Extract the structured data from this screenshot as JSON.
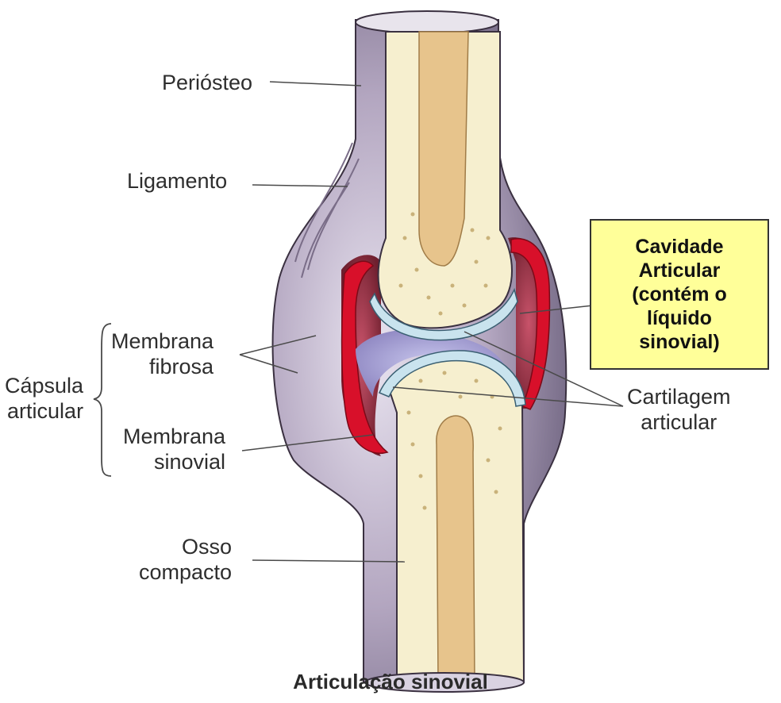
{
  "labels": {
    "periosteo": "Periósteo",
    "ligamento": "Ligamento",
    "membrana_fibrosa": "Membrana\nfibrosa",
    "capsula_articular": "Cápsula\narticular",
    "membrana_sinovial": "Membrana\nsinovial",
    "osso_compacto": "Osso\ncompacto",
    "cartilagem_articular": "Cartilagem\narticular"
  },
  "callout": "Cavidade\nArticular\n(contém o\nlíquido\nsinovial)",
  "caption": "Articulação sinovial",
  "colors": {
    "bone": "#f6efcf",
    "marrow": "#e7c48c",
    "cartilage": "#c9e3ee",
    "synovial_membrane": "#d8102a",
    "cavity": "#8e2c3c",
    "capsule": "#9a8aa8",
    "callout_fill": "#ffff99"
  }
}
